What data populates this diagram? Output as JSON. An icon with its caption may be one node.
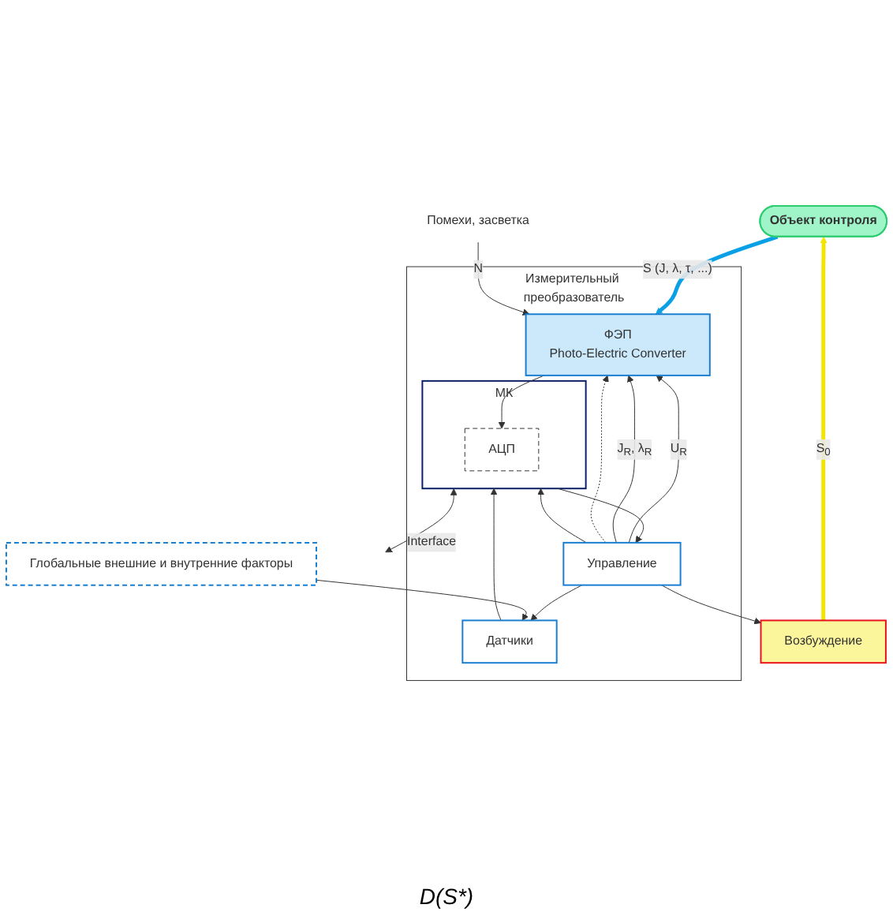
{
  "diagram": {
    "nodes": [
      {
        "text": [
          "Объект контроля"
        ]
      },
      {
        "text": [
          "Измерительный преобразователь"
        ]
      },
      {
        "text": [
          "ФЭП",
          "Photo-Electric Converter"
        ],
        "in": 1
      },
      {
        "text": [
          "МК"
        ],
        "in": 1
      },
      {
        "text": [
          "АЦП"
        ],
        "in": 3
      },
      {
        "text": [
          "Управление"
        ],
        "in": 1
      },
      {
        "text": [
          "Датчики"
        ],
        "in": 1
      },
      {
        "text": [
          "Возбуждение"
        ]
      },
      {
        "text": [
          "Глобальные внешние и внутренние факторы"
        ]
      },
      {
        "text": [
          "Помехи, засветка"
        ]
      }
    ],
    "edges": [
      {
        "from": 0,
        "to": 2,
        "arrow": "to",
        "label": "S (J, λ, τ, ...)",
        "style": "thick",
        "color": "#0aa0e6"
      },
      {
        "from": 7,
        "to": 0,
        "arrow": "to",
        "label": "S$_{0}$",
        "style": "thick",
        "color": "#f2e600"
      },
      {
        "from": 9,
        "to": 2,
        "arrow": "to",
        "label": "N"
      },
      {
        "from": 2,
        "to": 4,
        "arrow": "to"
      },
      {
        "from": 5,
        "to": 2,
        "arrow": "to",
        "label": "U$_{R}$"
      },
      {
        "from": 5,
        "to": 2,
        "arrow": "to",
        "label": "J$_{R}$, λ$_{R}$"
      },
      {
        "from": 5,
        "to": 2,
        "arrow": "to",
        "style": "dashed"
      },
      {
        "from": 5,
        "to": 7,
        "arrow": "to"
      },
      {
        "from": 3,
        "to": 5,
        "arrow": "to"
      },
      {
        "from": 5,
        "to": 3,
        "arrow": "to"
      },
      {
        "from": 5,
        "to": 6,
        "arrow": "to"
      },
      {
        "from": 6,
        "to": 3,
        "arrow": "to"
      },
      {
        "from": 8,
        "to": 6,
        "arrow": "to"
      },
      {
        "from": 3,
        "to": null,
        "arrow": "both",
        "label": "Interface"
      }
    ],
    "labels": [
      "D(S*)"
    ]
  }
}
